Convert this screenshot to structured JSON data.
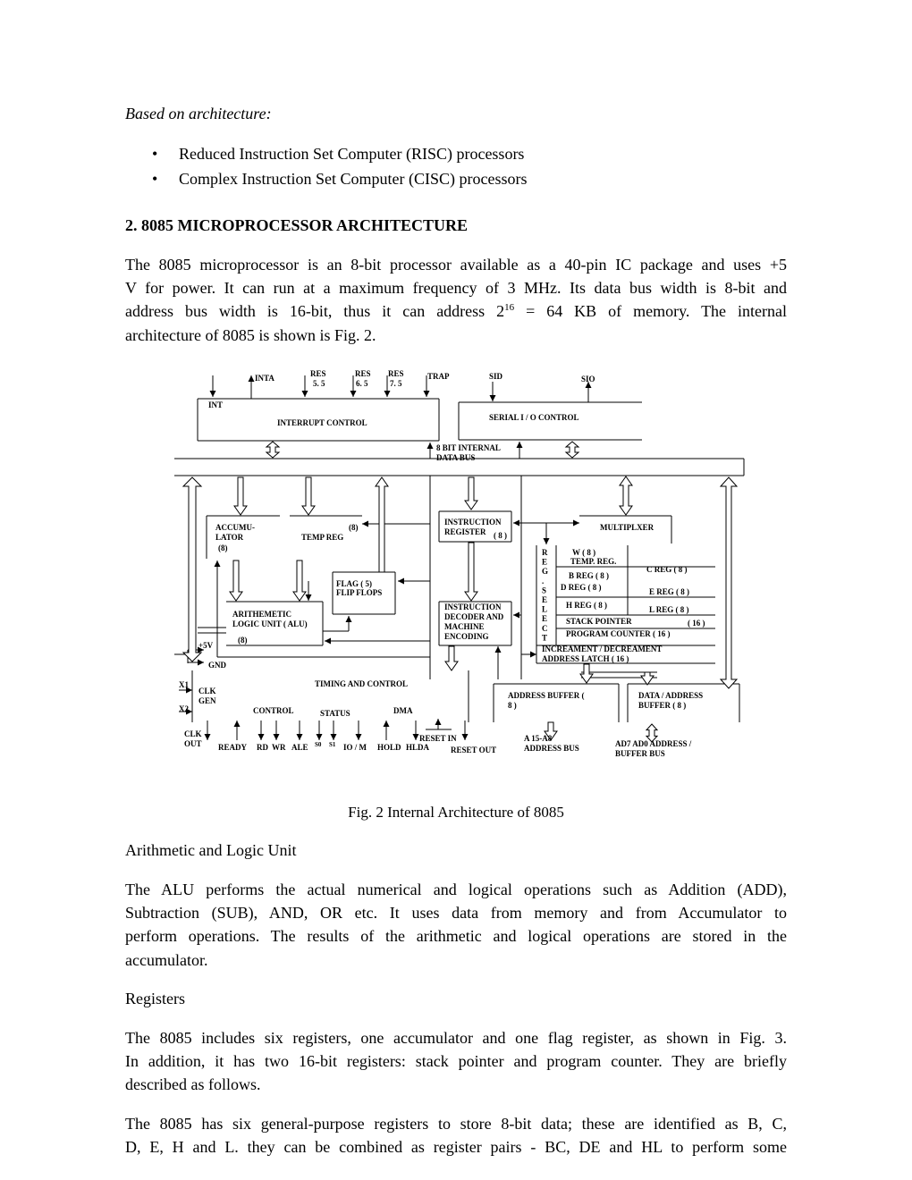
{
  "intro": {
    "heading": "Based on architecture:"
  },
  "bullets": [
    "Reduced Instruction Set Computer (RISC) processors",
    "Complex Instruction Set Computer (CISC) processors"
  ],
  "bullet_icon": "bullet-dot",
  "section": {
    "title": "2.  8085 MICROPROCESSOR ARCHITECTURE"
  },
  "para1": {
    "lines": [
      "The 8085 microprocessor is an 8-bit processor available as a 40-pin IC package and uses +5",
      "V for power. It can run at a maximum frequency of 3 MHz. Its data bus width is 8-bit and",
      "address bus width is 16-bit, thus it can address 2",
      "architecture of 8085 is shown is Fig. 2."
    ],
    "exp": "16",
    "line3_rest": " = 64 KB of memory. The internal"
  },
  "diagram": {
    "int": "INT",
    "inta": "INTA",
    "res55a": "RES",
    "res55b": "5. 5",
    "res65a": "RES",
    "res65b": "6. 5",
    "res75a": "RES",
    "res75b": "7. 5",
    "trap": "TRAP",
    "sid": "SID",
    "sio": "SIO",
    "interrupt_control": "INTERRUPT CONTROL",
    "serial_control": "SERIAL I / O CONTROL",
    "bus1": "8 BIT INTERNAL",
    "bus2": "DATA BUS",
    "acc1": "ACCUMU-",
    "acc2": "LATOR",
    "acc3": "(8)",
    "temp": "TEMP REG",
    "temp8": "(8)",
    "flag1": "FLAG ( 5)",
    "flag2": "FLIP FLOPS",
    "alu1": "ARITHEMETIC",
    "alu2": "LOGIC UNIT ( ALU)",
    "alu3": "(8)",
    "plus5v": "+5V",
    "gnd": "GND",
    "ir1": "INSTRUCTION",
    "ir2": "REGISTER",
    "ir3": "( 8 )",
    "dec1": "INSTRUCTION",
    "dec2": "DECODER AND",
    "dec3": "MACHINE",
    "dec4": "ENCODING",
    "mux": "MULTIPLXER",
    "regselect": [
      "R",
      "E",
      "G",
      ".",
      "S",
      "E",
      "L",
      "E",
      "C",
      "T"
    ],
    "w": "W ( 8 )",
    "tempreg": "TEMP. REG.",
    "creg": "C REG ( 8 )",
    "breg": "B REG ( 8 )",
    "dreg": "D REG ( 8 )",
    "ereg": "E REG ( 8 )",
    "hreg": "H REG ( 8 )",
    "lreg": "L REG ( 8 )",
    "sp": "STACK POINTER",
    "sp16": "( 16 )",
    "pc": "PROGRAM COUNTER ( 16 )",
    "incdec": "INCREAMENT / DECREAMENT",
    "latch": "ADDRESS LATCH ( 16 )",
    "timing": "TIMING AND CONTROL",
    "x1": "X1",
    "x2": "X2",
    "clkgen1": "CLK",
    "clkgen2": "GEN",
    "control": "CONTROL",
    "status": "STATUS",
    "dma": "DMA",
    "clkout1": "CLK",
    "clkout2": "OUT",
    "ready": "READY",
    "rd": "RD",
    "wr": "WR",
    "ale": "ALE",
    "s0": "S0",
    "s1": "S1",
    "iom": "IO / M",
    "hold": "HOLD",
    "hlda": "HLDA",
    "resetin": "RESET IN",
    "resetout": "RESET OUT",
    "addrbuf1": "ADDRESS BUFFER (",
    "addrbuf2": "8 )",
    "databuf1": "DATA / ADDRESS",
    "databuf2": "BUFFER ( 8 )",
    "abus1": "A 15-A8",
    "abus2": "ADDRESS BUS",
    "dbus1": "AD7   AD0 ADDRESS /",
    "dbus2": "BUFFER BUS"
  },
  "caption": "Fig. 2 Internal Architecture of 8085",
  "alu_heading": "Arithmetic and Logic Unit",
  "para2": {
    "lines": [
      "The ALU performs the actual numerical and logical operations such as Addition (ADD),",
      "Subtraction (SUB), AND, OR etc. It uses data from memory and from Accumulator to",
      "perform operations. The results of the arithmetic and logical operations are stored in the",
      "accumulator."
    ]
  },
  "registers_heading": "Registers",
  "para3": {
    "lines": [
      "The 8085 includes six registers, one accumulator and one flag register, as shown in Fig. 3.",
      "In addition, it has two 16-bit registers: stack pointer and program counter. They are briefly",
      "described as follows."
    ]
  },
  "para4": {
    "lines": [
      "The 8085 has six general-purpose registers to store 8-bit data; these are identified as B, C,",
      "D, E, H and L. they can be combined as register pairs - BC, DE and HL to perform some"
    ]
  }
}
